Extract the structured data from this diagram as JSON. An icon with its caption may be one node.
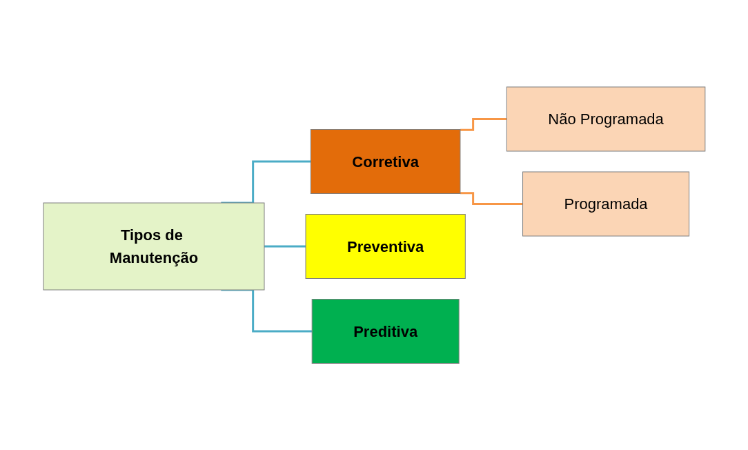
{
  "diagram": {
    "nodes": [
      {
        "text": [
          "Tipos de Manutenção"
        ]
      },
      {
        "text": [
          "Corretiva"
        ]
      },
      {
        "text": [
          "Preventiva"
        ]
      },
      {
        "text": [
          "Preditiva"
        ]
      },
      {
        "text": [
          "Não Programada"
        ]
      },
      {
        "text": [
          "Programada"
        ]
      }
    ],
    "edges": [
      {
        "from": 0,
        "to": 1,
        "arrow": "none"
      },
      {
        "from": 0,
        "to": 2,
        "arrow": "none"
      },
      {
        "from": 0,
        "to": 3,
        "arrow": "none"
      },
      {
        "from": 1,
        "to": 4,
        "arrow": "none",
        "color": "#f79646"
      },
      {
        "from": 1,
        "to": 5,
        "arrow": "none",
        "color": "#f79646"
      }
    ]
  }
}
